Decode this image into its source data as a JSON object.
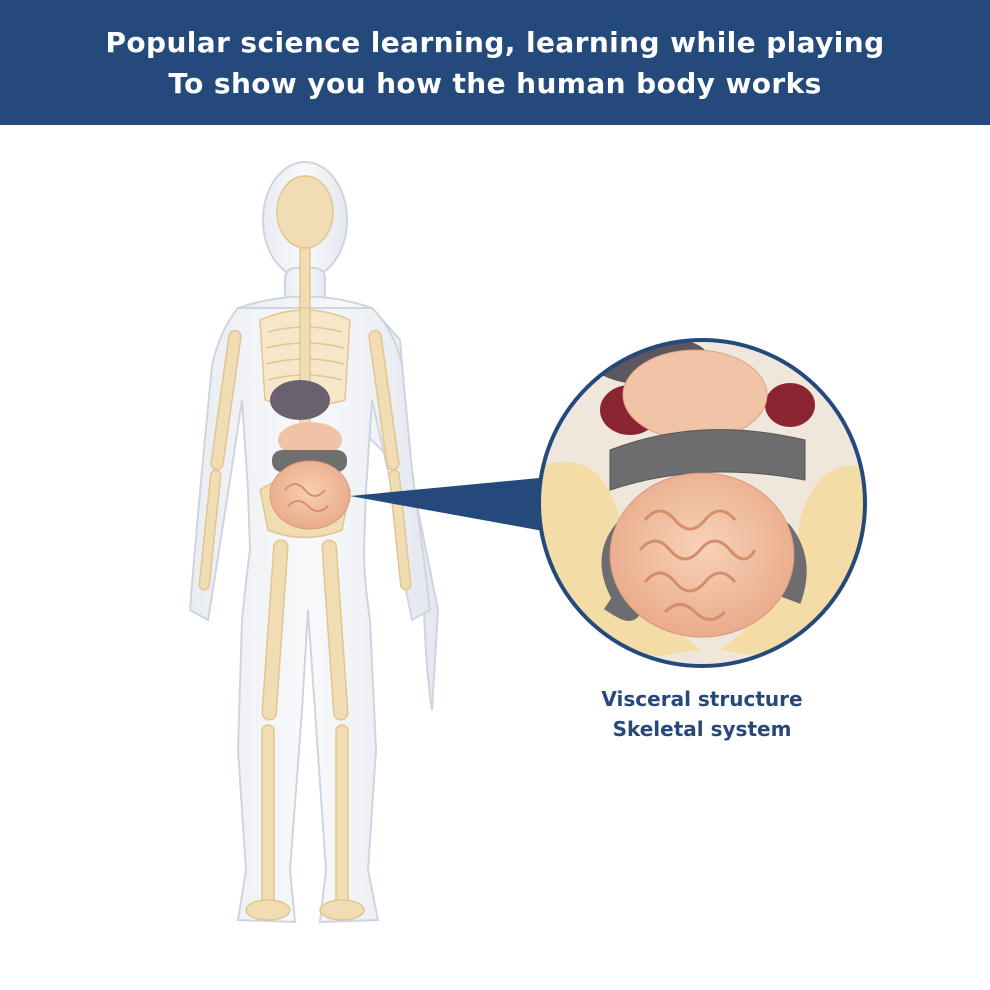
{
  "header": {
    "line1": "Popular science learning, learning while playing",
    "line2": "To show you how the human body works"
  },
  "caption": {
    "line1": "Visceral structure",
    "line2": "Skeletal system"
  },
  "colors": {
    "banner": "#244a7c",
    "caption_text": "#27497a",
    "pointer": "#244a7c",
    "bone": "#f1ddb4",
    "intestine": "#f2bfa0",
    "colon": "#6b6b6b"
  }
}
